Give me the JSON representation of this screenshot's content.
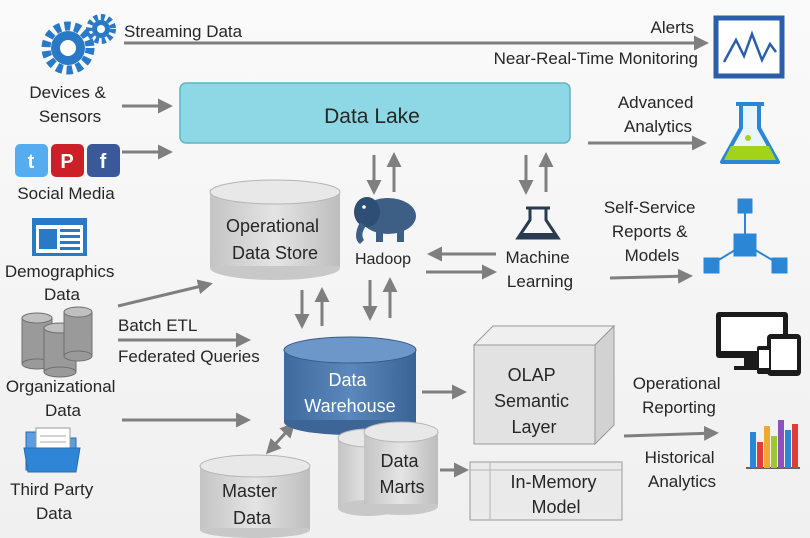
{
  "sources": {
    "devices": [
      "Devices &",
      "Sensors"
    ],
    "social_media": "Social Media",
    "demographics": [
      "Demographics",
      "Data"
    ],
    "organizational": [
      "Organizational",
      "Data"
    ],
    "third_party": [
      "Third Party",
      "Data"
    ]
  },
  "flows": {
    "streaming_data": "Streaming Data",
    "alerts": "Alerts",
    "near_real_time": "Near-Real-Time Monitoring",
    "batch_etl": "Batch ETL",
    "federated_queries": "Federated Queries"
  },
  "stores": {
    "data_lake": "Data Lake",
    "operational_data_store": [
      "Operational",
      "Data Store"
    ],
    "hadoop": "Hadoop",
    "machine_learning": [
      "Machine",
      "Learning"
    ],
    "data_warehouse": [
      "Data",
      "Warehouse"
    ],
    "master_data": [
      "Master",
      "Data"
    ],
    "data_marts": [
      "Data",
      "Marts"
    ],
    "olap": [
      "OLAP",
      "Semantic",
      "Layer"
    ],
    "in_memory": [
      "In-Memory",
      "Model"
    ]
  },
  "outputs": {
    "advanced_analytics": [
      "Advanced",
      "Analytics"
    ],
    "self_service": [
      "Self-Service",
      "Reports &",
      "Models"
    ],
    "operational_reporting": [
      "Operational",
      "Reporting"
    ],
    "historical_analytics": [
      "Historical",
      "Analytics"
    ]
  },
  "social_icons": [
    "t",
    "P",
    "f"
  ],
  "colors": {
    "arrow": "#7f7f7f",
    "data_lake_fill": "#8ed8e6",
    "warehouse_fill": "#4a76a8",
    "cylinder_fill": "#d6d6d6",
    "icon_blue": "#2979c7",
    "twitter": "#55acee",
    "pinterest": "#cb2027",
    "facebook": "#3b5998"
  }
}
